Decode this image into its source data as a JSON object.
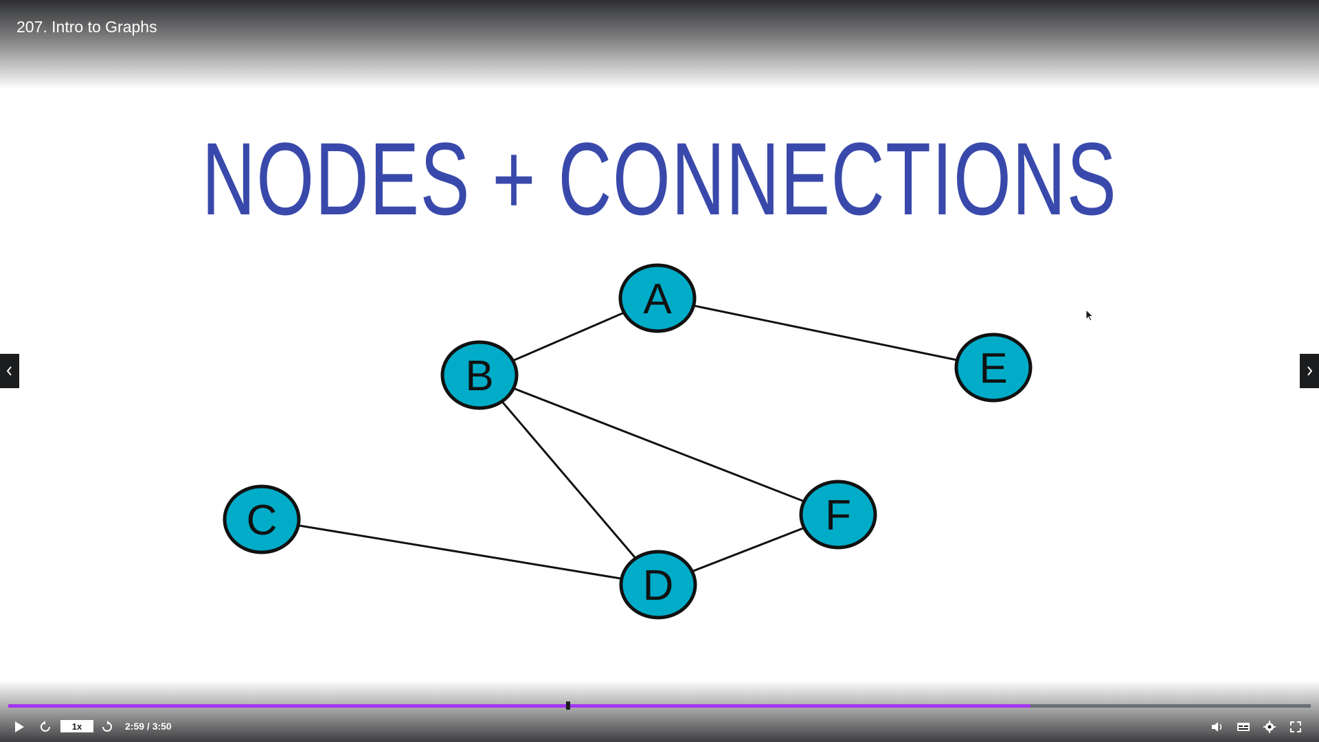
{
  "video": {
    "title": "207. Intro to Graphs",
    "progress_fraction": 0.785,
    "marker_fraction": 0.43,
    "controls": {
      "speed": "1x",
      "time": "2:59 / 3:50",
      "play_icon": "play-icon",
      "rewind_icon": "rewind-icon",
      "forward_icon": "forward-icon",
      "volume_icon": "volume-icon",
      "captions_icon": "captions-icon",
      "settings_icon": "gear-icon",
      "fullscreen_icon": "fullscreen-icon"
    },
    "colors": {
      "progress": "#a435f0",
      "title": "#3949ab",
      "node_fill": "#00acc8"
    }
  },
  "slide": {
    "title": "NODES + CONNECTIONS",
    "nodes": [
      {
        "id": "A",
        "label": "A"
      },
      {
        "id": "B",
        "label": "B"
      },
      {
        "id": "C",
        "label": "C"
      },
      {
        "id": "D",
        "label": "D"
      },
      {
        "id": "E",
        "label": "E"
      },
      {
        "id": "F",
        "label": "F"
      }
    ],
    "edges": [
      [
        "A",
        "B"
      ],
      [
        "A",
        "E"
      ],
      [
        "B",
        "D"
      ],
      [
        "B",
        "F"
      ],
      [
        "C",
        "D"
      ],
      [
        "D",
        "F"
      ]
    ]
  }
}
